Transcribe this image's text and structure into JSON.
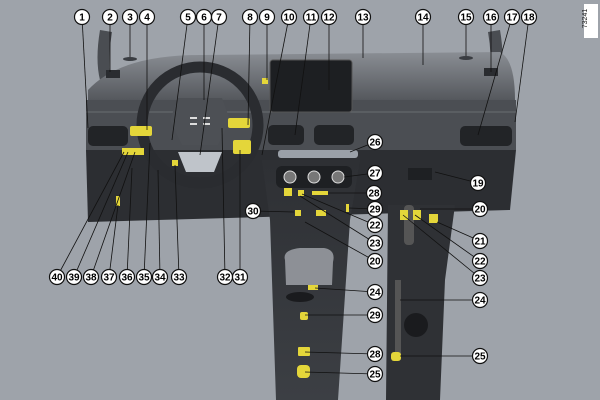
{
  "figure_id": "73241",
  "callouts": {
    "top_row": [
      "1",
      "2",
      "3",
      "4",
      "5",
      "6",
      "7",
      "8",
      "9",
      "10",
      "11",
      "12",
      "13",
      "14",
      "15",
      "16",
      "17",
      "18"
    ],
    "center_column": [
      "26",
      "27",
      "28",
      "29",
      "22",
      "23",
      "20",
      "24",
      "29",
      "28",
      "25"
    ],
    "gear_label": "30",
    "right_column": [
      "19",
      "20",
      "21",
      "22",
      "23",
      "24",
      "25"
    ],
    "bottom_row": [
      "40",
      "39",
      "38",
      "37",
      "36",
      "35",
      "34",
      "33",
      "32",
      "31"
    ]
  },
  "colors": {
    "background": "#9ea3aa",
    "dashboard": "#3a3d42",
    "highlight": "#e4d63a",
    "callout_fill": "#ffffff",
    "callout_stroke": "#111111"
  }
}
